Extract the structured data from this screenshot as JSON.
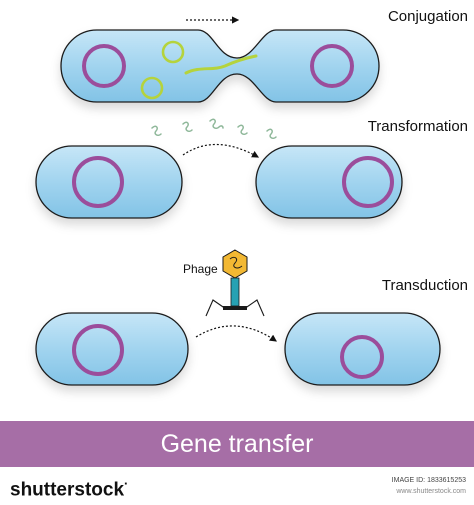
{
  "labels": {
    "conjugation": "Conjugation",
    "transformation": "Transformation",
    "transduction": "Transduction",
    "phage": "Phage"
  },
  "title": "Gene transfer",
  "footer": {
    "brand": "shutterstock",
    "brand_mark": "·",
    "image_id": "IMAGE ID: 1833615253",
    "site": "www.shutterstock.com"
  },
  "colors": {
    "cell_fill": "#9ed2ee",
    "cell_stroke": "#1a1a1a",
    "chromosome": "#9b4d9b",
    "plasmid": "#b5d33c",
    "phage_head": "#f2b833",
    "phage_tail": "#27a1b3",
    "title_band": "#a66ea6",
    "dna_fragment": "#8fb89a"
  }
}
